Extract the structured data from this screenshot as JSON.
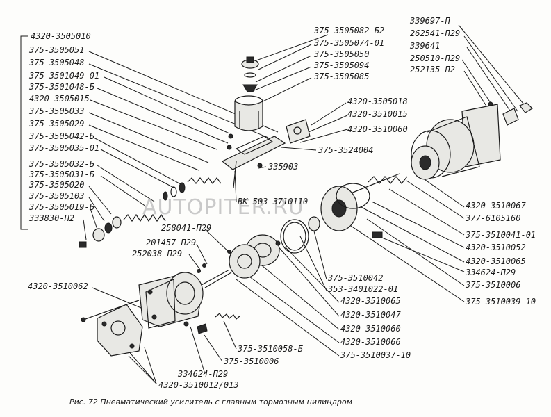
{
  "figure": {
    "caption": "Рис. 72  Пневматический усилитель с главным тормозным цилиндром",
    "watermark": "AUTOPITER.RU"
  },
  "labels": {
    "a_group": "4320-3505010",
    "a1": "375-3505051",
    "a2": "375-3505048",
    "a3": "375-3501049-01",
    "a4": "375-3501048-Б",
    "a5": "4320-3505015",
    "a6": "375-3505033",
    "a7": "375-3505029",
    "a8": "375-3505042-Б",
    "a9": "375-3505035-01",
    "a10": "375-3505032-Б",
    "a11": "375-3505031-Б",
    "a12": "375-3505020",
    "a13": "375-3505103",
    "a14": "375-3505019-Б",
    "a15": "333830-П2",
    "t1": "375-3505082-Б2",
    "t2": "375-3505074-01",
    "t3": "375-3505050",
    "t4": "375-3505094",
    "t5": "375-3505085",
    "r1": "339697-П",
    "r2": "262541-П29",
    "r3": "339641",
    "r4": "250510-П29",
    "r5": "252135-П2",
    "m1": "4320-3505018",
    "m2": "4320-3510015",
    "m3": "4320-3510060",
    "m4": "375-3524004",
    "m5": "335903",
    "m6": "ВК 503-3710110",
    "b1": "4320-3510067",
    "b2": "377-6105160",
    "b3": "375-3510041-01",
    "b4": "4320-3510052",
    "b5": "4320-3510065",
    "b6": "334624-П29",
    "b7": "375-3510006",
    "b8": "375-3510039-10",
    "c1": "375-3510042",
    "c2": "353-3401022-01",
    "c3": "4320-3510065",
    "c4": "4320-3510047",
    "c5": "4320-3510060",
    "c6": "4320-3510066",
    "c7": "375-3510037-10",
    "l1": "258041-П29",
    "l2": "201457-П29",
    "l3": "252038-П29",
    "l4": "4320-3510062",
    "d1": "375-3510058-Б",
    "d2": "375-3510006",
    "d3": "334624-П29",
    "d4": "4320-3510012/013"
  }
}
